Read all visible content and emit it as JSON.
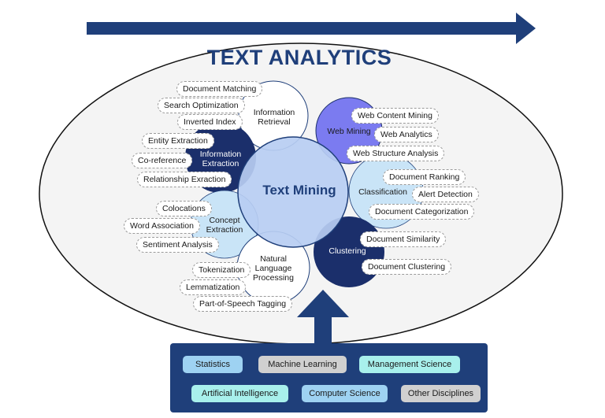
{
  "title": "TEXT ANALYTICS",
  "center": "Text Mining",
  "domains": {
    "information_retrieval": "Information Retrieval",
    "information_extraction": "Information Extraction",
    "concept_extraction": "Concept Extraction",
    "nlp": "Natural Language Processing",
    "web_mining": "Web Mining",
    "classification": "Classification",
    "clustering": "Clustering"
  },
  "tasks": {
    "document_matching": "Document Matching",
    "search_optimization": "Search Optimization",
    "inverted_index": "Inverted Index",
    "entity_extraction": "Entity Extraction",
    "co_reference": "Co-reference",
    "relationship_exraction": "Relationship Exraction",
    "colocations": "Colocations",
    "word_association": "Word Association",
    "sentiment_analysis": "Sentiment Analysis",
    "tokenization": "Tokenization",
    "lemmatization": "Lemmatization",
    "pos_tagging": "Part-of-Speech Tagging",
    "web_content_mining": "Web Content Mining",
    "web_analytics": "Web Analytics",
    "web_structure_analysis": "Web Structure Analysis",
    "document_ranking": "Document Ranking",
    "alert_detection": "Alert Detection",
    "document_categorization": "Document Categorization",
    "document_similarity": "Document Similarity",
    "document_clustering": "Document Clustering"
  },
  "disciplines": {
    "statistics": "Statistics",
    "machine_learning": "Machine Learning",
    "management_science": "Management Science",
    "artificial_intelligence": "Artificial Intelligence",
    "computer_science": "Computer Science",
    "other_disciplines": "Other Disciplines"
  },
  "colors": {
    "navy": "#1f3f7a",
    "dark_blue": "#1b2f6b",
    "violet": "#7b7bf0",
    "light_blue": "#c9e4f7",
    "center_blue": "#b7cdf2",
    "ellipse_fill": "#f4f4f4",
    "discipline_teal": "#a8f0ec",
    "discipline_blue": "#9ed2f2",
    "discipline_gray": "#d0d0d0"
  }
}
